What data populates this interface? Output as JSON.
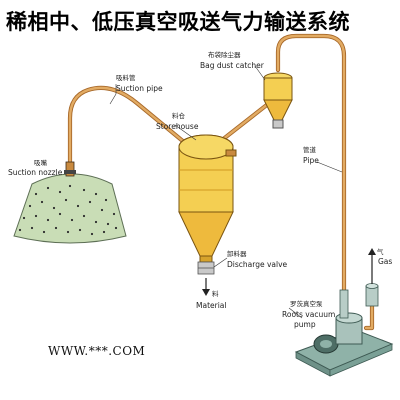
{
  "title": "稀相中、低压真空吸送气力输送系统",
  "website": "WWW.***.COM",
  "colors": {
    "pipe": "#d9a055",
    "pipe_edge": "#a8692a",
    "vessel": "#f4cf52",
    "vessel_dark": "#cf9a20",
    "pile": "#c9ddb6",
    "base": "#8fb2a8"
  },
  "components": {
    "suction_nozzle": {
      "zh": "吸嘴",
      "en": "Suction nozzle"
    },
    "suction_pipe": {
      "zh": "吸料管",
      "en": "Suction pipe"
    },
    "storehouse": {
      "zh": "料仓",
      "en": "Storehouse"
    },
    "bag_dust_catcher": {
      "zh": "布袋除尘器",
      "en": "Bag dust catcher"
    },
    "pipe": {
      "zh": "管道",
      "en": "Pipe"
    },
    "discharge_valve": {
      "zh": "卸料器",
      "en": "Discharge valve"
    },
    "material": {
      "zh": "料",
      "en": "Material"
    },
    "gas": {
      "zh": "气",
      "en": "Gas"
    },
    "roots_vacuum_pump": {
      "zh": "罗茨真空泵",
      "en_line1": "Roots vacuum",
      "en_line2": "pump"
    }
  }
}
